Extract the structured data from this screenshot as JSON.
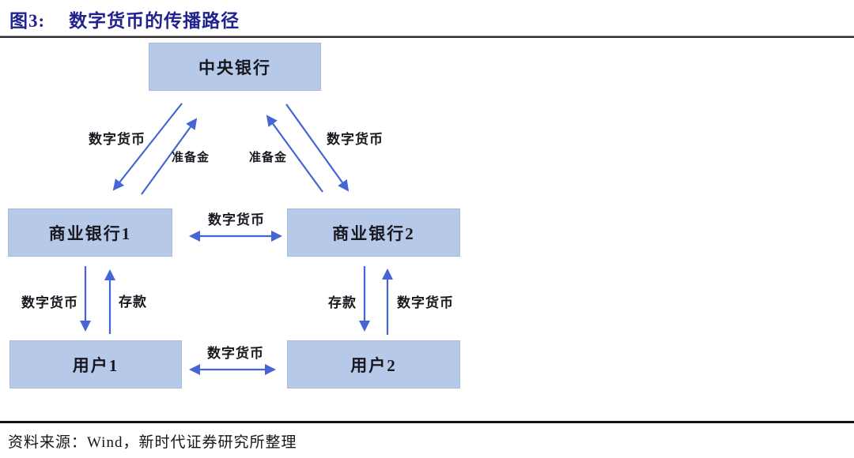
{
  "header": {
    "figure_label": "图3:",
    "title": "数字货币的传播路径"
  },
  "nodes": {
    "central_bank": "中央银行",
    "bank1": "商业银行1",
    "bank2": "商业银行2",
    "user1": "用户1",
    "user2": "用户2"
  },
  "edge_labels": {
    "cb_to_bank1_digital": "数字货币",
    "bank1_to_cb_reserve": "准备金",
    "bank2_to_cb_reserve": "准备金",
    "cb_to_bank2_digital": "数字货币",
    "bank1_bank2_digital": "数字货币",
    "bank1_to_user1_digital": "数字货币",
    "user1_to_bank1_deposit": "存款",
    "bank2_to_user2_deposit": "存款",
    "user2_to_bank2_digital": "数字货币",
    "user1_user2_digital": "数字货币"
  },
  "footer": {
    "source": "资料来源：Wind，新时代证券研究所整理"
  },
  "colors": {
    "title_color": "#23238f",
    "box_fill": "#b7c9e8",
    "arrow": "#4565d6",
    "text": "#17171f"
  }
}
